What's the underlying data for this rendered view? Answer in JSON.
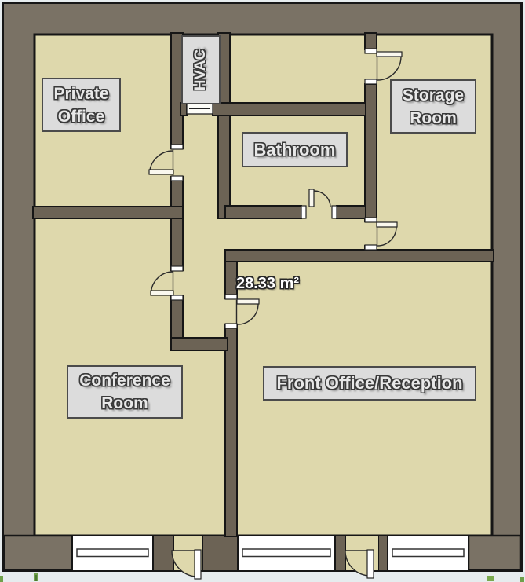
{
  "plan": {
    "area_label": "28.33 m²",
    "rooms": {
      "private_office": "Private Office",
      "hvac": "HVAC",
      "storage_room": "Storage Room",
      "bathroom": "Bathroom",
      "conference_room": "Conference Room",
      "front_office": "Front Office/Reception"
    },
    "colors": {
      "exterior_wall": "#7a7265",
      "interior_wall": "#6c6355",
      "floor": "#ded8ac",
      "outline": "#161616",
      "label_background": "#dcdcdc",
      "label_border": "#4b4b4b",
      "label_text": "#e8e8e8",
      "area_text": "#ffffff",
      "window_fill": "#ffffff",
      "page_background": "#e6ecee",
      "vegetation_green": "#6fa04b"
    }
  }
}
